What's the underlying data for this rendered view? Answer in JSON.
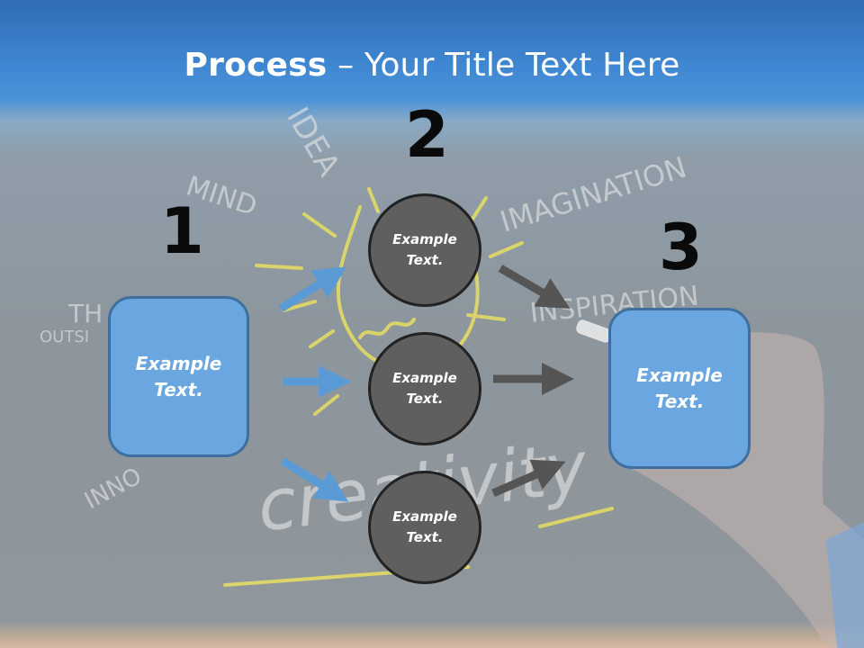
{
  "title": {
    "bold": "Process",
    "rest": " – Your Title Text Here"
  },
  "steps": [
    "1",
    "2",
    "3"
  ],
  "left_box": {
    "text": "Example Text."
  },
  "right_box": {
    "text": "Example Text."
  },
  "circles": [
    {
      "text": "Example Text."
    },
    {
      "text": "Example Text."
    },
    {
      "text": "Example Text."
    }
  ],
  "background_words": [
    "IDEA",
    "MIND",
    "IMAGINATION",
    "INSPIRATION",
    "TH",
    "OUTSI",
    "INNO",
    "creativity"
  ],
  "colors": {
    "box_fill": "#6aa6e0",
    "circle_fill": "#5f5f5f",
    "arrow_blue": "#5b9bd5",
    "arrow_grey": "#555555",
    "title_bar": "#3e86d1"
  }
}
